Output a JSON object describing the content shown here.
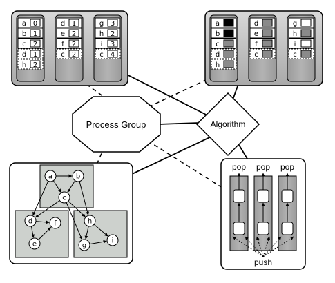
{
  "center": {
    "process_group_label": "Process Group",
    "algorithm_label": "Algorithm"
  },
  "left_table": {
    "columns": [
      [
        {
          "k": "a",
          "v": "0",
          "ghost": false
        },
        {
          "k": "b",
          "v": "1",
          "ghost": false
        },
        {
          "k": "c",
          "v": "2",
          "ghost": false
        },
        {
          "k": "d",
          "v": "1",
          "ghost": true
        },
        {
          "k": "h",
          "v": "2",
          "ghost": true
        }
      ],
      [
        {
          "k": "d",
          "v": "1",
          "ghost": false
        },
        {
          "k": "e",
          "v": "2",
          "ghost": false
        },
        {
          "k": "f",
          "v": "2",
          "ghost": false
        },
        {
          "k": "c",
          "v": "2",
          "ghost": true
        }
      ],
      [
        {
          "k": "g",
          "v": "3",
          "ghost": false
        },
        {
          "k": "h",
          "v": "2",
          "ghost": false
        },
        {
          "k": "i",
          "v": "3",
          "ghost": false
        },
        {
          "k": "c",
          "v": "4",
          "ghost": true
        }
      ]
    ]
  },
  "right_table": {
    "columns": [
      [
        {
          "k": "a",
          "shade": "black",
          "ghost": false
        },
        {
          "k": "b",
          "shade": "black",
          "ghost": false
        },
        {
          "k": "c",
          "shade": "gray",
          "ghost": false
        },
        {
          "k": "d",
          "shade": "gray",
          "ghost": true
        },
        {
          "k": "h",
          "shade": "gray",
          "ghost": true
        }
      ],
      [
        {
          "k": "d",
          "shade": "gray",
          "ghost": false
        },
        {
          "k": "e",
          "shade": "gray",
          "ghost": false
        },
        {
          "k": "f",
          "shade": "gray",
          "ghost": false
        },
        {
          "k": "c",
          "shade": "gray",
          "ghost": true
        }
      ],
      [
        {
          "k": "g",
          "shade": "white",
          "ghost": false
        },
        {
          "k": "h",
          "shade": "gray",
          "ghost": false
        },
        {
          "k": "i",
          "shade": "white",
          "ghost": false
        },
        {
          "k": "c",
          "shade": "gray",
          "ghost": true
        }
      ]
    ]
  },
  "graph": {
    "nodes": [
      "a",
      "b",
      "c",
      "d",
      "e",
      "f",
      "g",
      "h",
      "i"
    ]
  },
  "queues": {
    "pop_labels": [
      "pop",
      "pop",
      "pop"
    ],
    "push_label": "push"
  },
  "colors": {
    "panel_fill": "#bfbfbf",
    "column_fill": "#a3a3a3",
    "graph_region_fill": "#cdd1cd",
    "cell_black": "#000000",
    "cell_gray": "#8a8a8a",
    "cell_white": "#ffffff"
  }
}
